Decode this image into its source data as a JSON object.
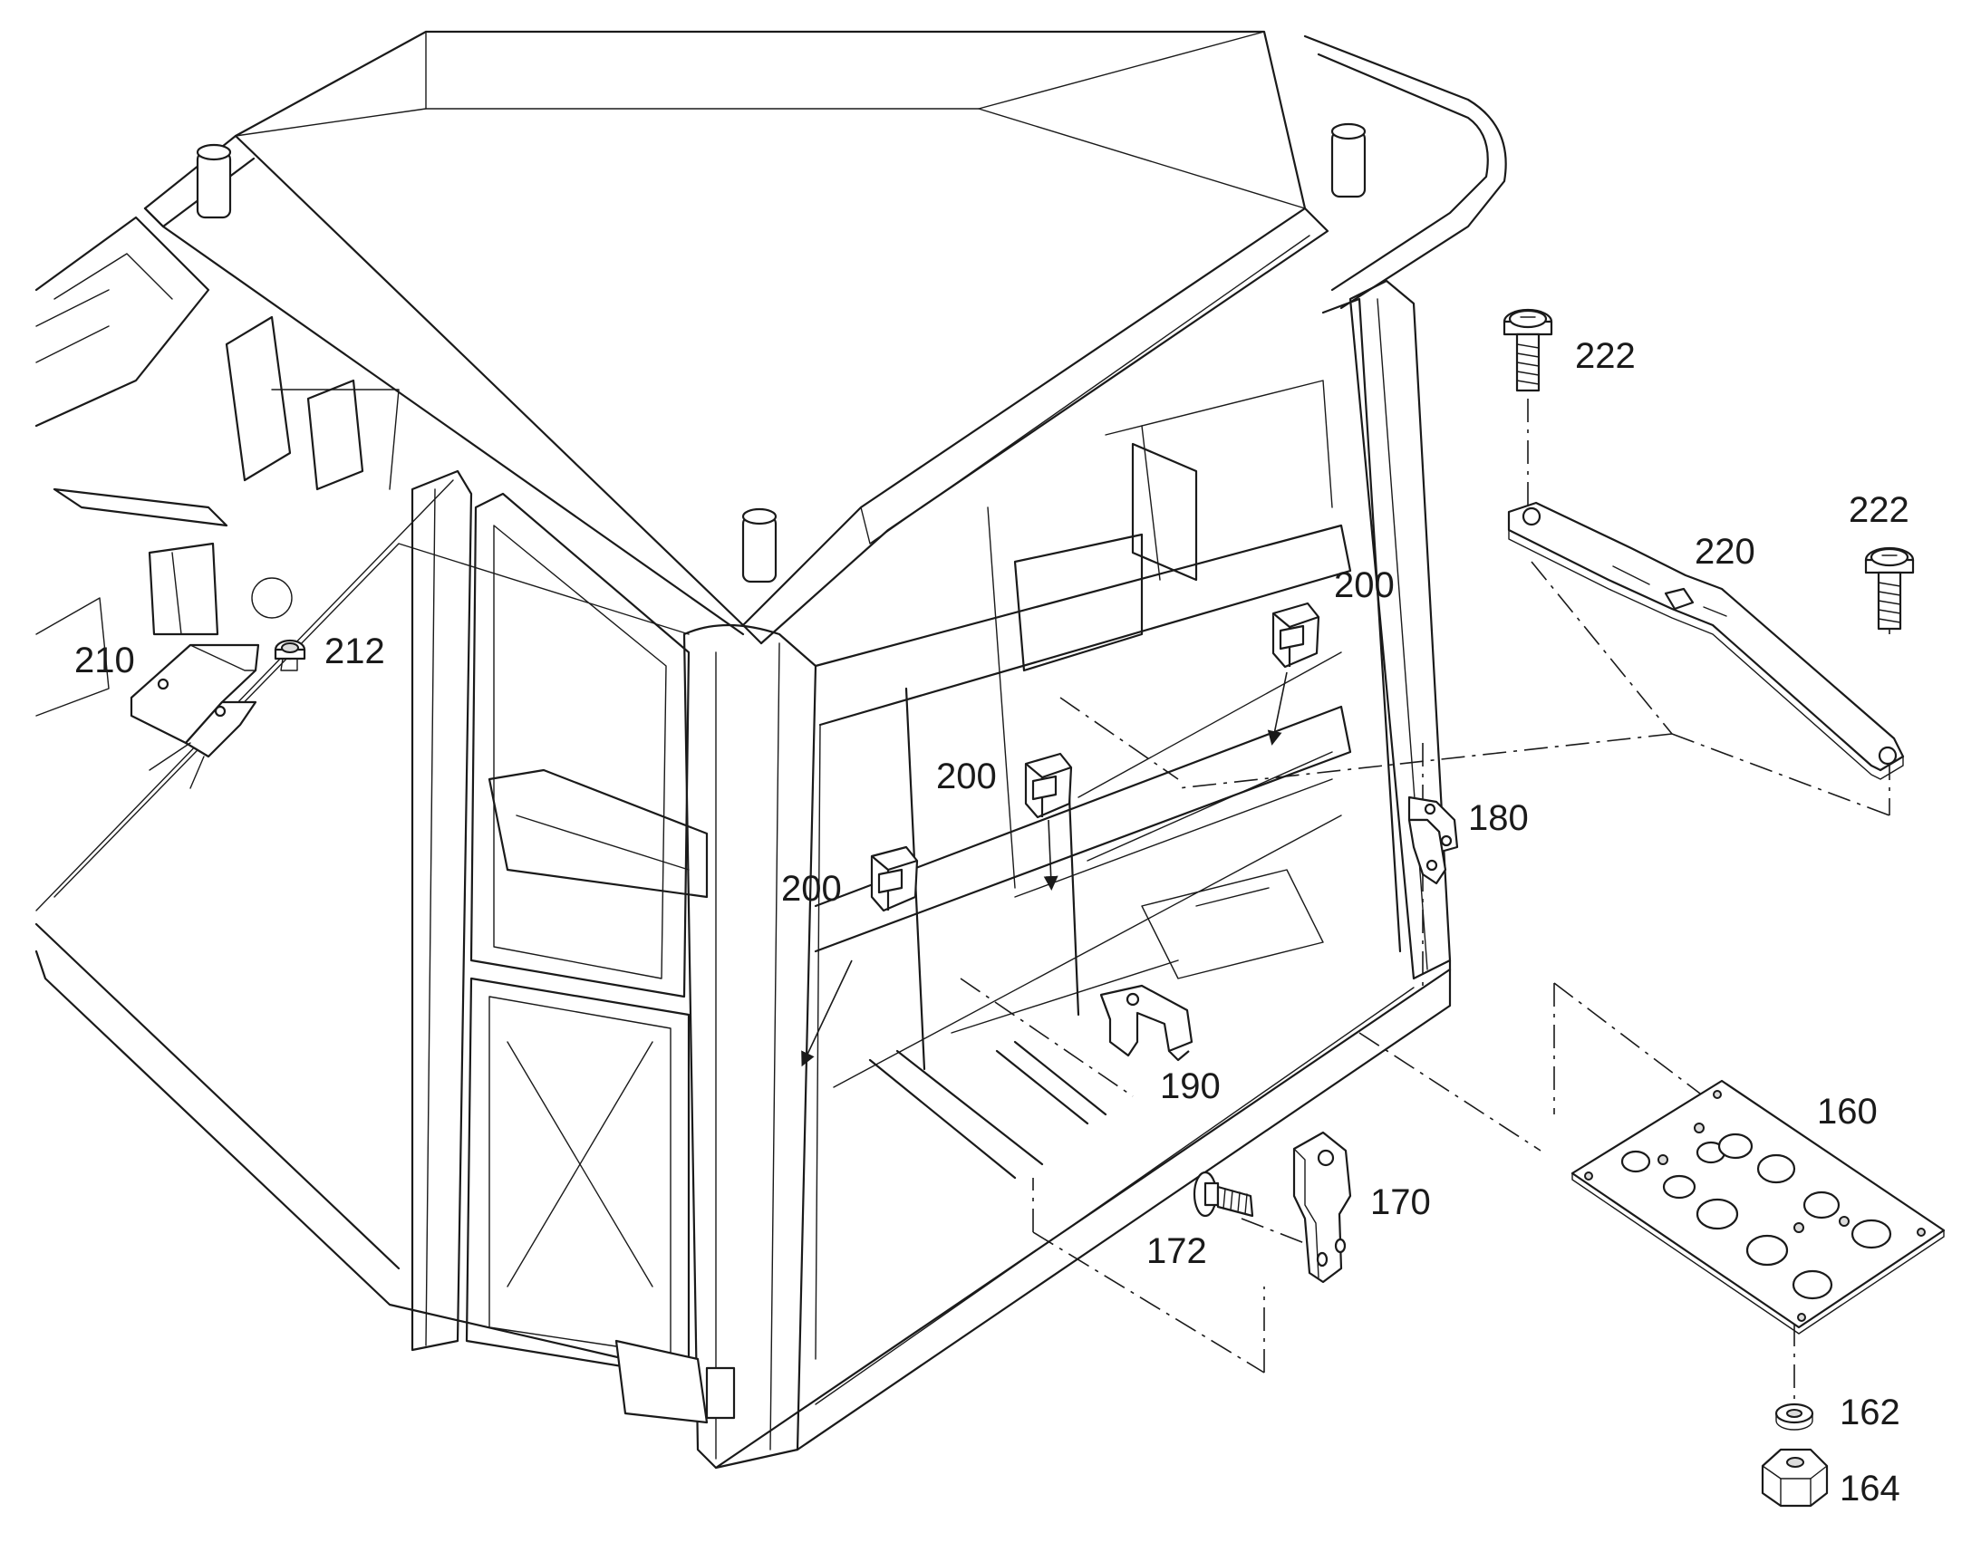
{
  "callouts": {
    "c222a": "222",
    "c222b": "222",
    "c220": "220",
    "c210": "210",
    "c212": "212",
    "c200a": "200",
    "c200b": "200",
    "c200c": "200",
    "c180": "180",
    "c190": "190",
    "c160": "160",
    "c170": "170",
    "c172": "172",
    "c162": "162",
    "c164": "164"
  }
}
